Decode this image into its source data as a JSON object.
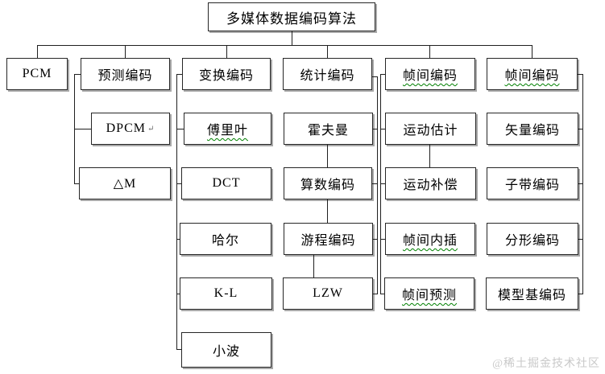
{
  "tree": {
    "root": "多媒体数据编码算法",
    "branches": [
      {
        "label": "PCM",
        "children": []
      },
      {
        "label": "预测编码",
        "children": [
          "DPCM",
          "△M"
        ]
      },
      {
        "label": "变换编码",
        "children": [
          "傅里叶",
          "DCT",
          "哈尔",
          "K-L",
          "小波"
        ]
      },
      {
        "label": "统计编码",
        "children": [
          "霍夫曼",
          "算数编码",
          "游程编码",
          "LZW"
        ]
      },
      {
        "label": "帧间编码",
        "children": [
          "运动估计",
          "运动补偿",
          "帧间内插",
          "帧间预测"
        ]
      },
      {
        "label": "帧间编码",
        "children": [
          "矢量编码",
          "子带编码",
          "分形编码",
          "模型基编码"
        ]
      }
    ]
  },
  "marks": {
    "return_mark": "↵"
  },
  "watermark": "@稀土掘金技术社区",
  "colors": {
    "box_border": "#262626",
    "connector_line": "#1f1f1f",
    "spellcheck_underline": "#008000",
    "watermark_text": "#c9c9c9",
    "background": "#ffffff"
  }
}
